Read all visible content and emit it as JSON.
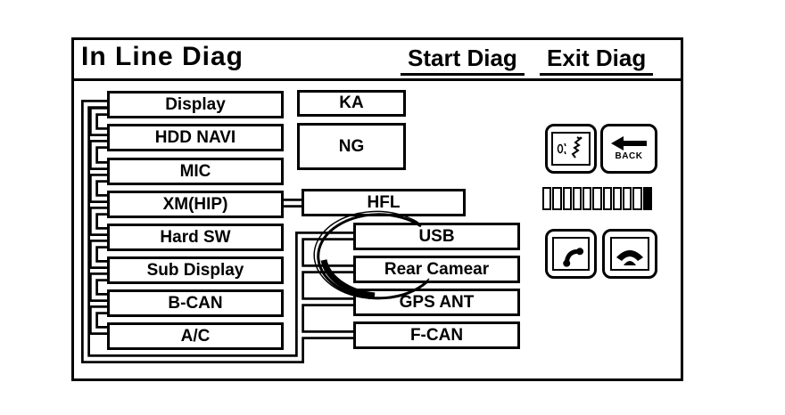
{
  "window": {
    "title": "In Line Diag"
  },
  "actions": {
    "start": "Start Diag",
    "exit": "Exit Diag",
    "back": "BACK"
  },
  "left_modules": [
    "Display",
    "HDD NAVI",
    "MIC",
    "XM(HIP)",
    "Hard SW",
    "Sub Display",
    "B-CAN",
    "A/C"
  ],
  "result_boxes": [
    "KA",
    "NG"
  ],
  "mid_module": "HFL",
  "right_modules": [
    "USB",
    "Rear Camear",
    "GPS ANT",
    "F-CAN"
  ],
  "side_panel": {
    "signal_bar": {
      "segments": 11,
      "filled_from_right": 1
    },
    "icons": [
      "voice-icon",
      "back-arrow-icon",
      "call-pickup-icon",
      "call-hangup-icon"
    ]
  },
  "annotation": {
    "hand_drawn_circle_over": "USB / Rear Camear area"
  },
  "colors": {
    "ink": "#000000",
    "background": "#ffffff"
  }
}
